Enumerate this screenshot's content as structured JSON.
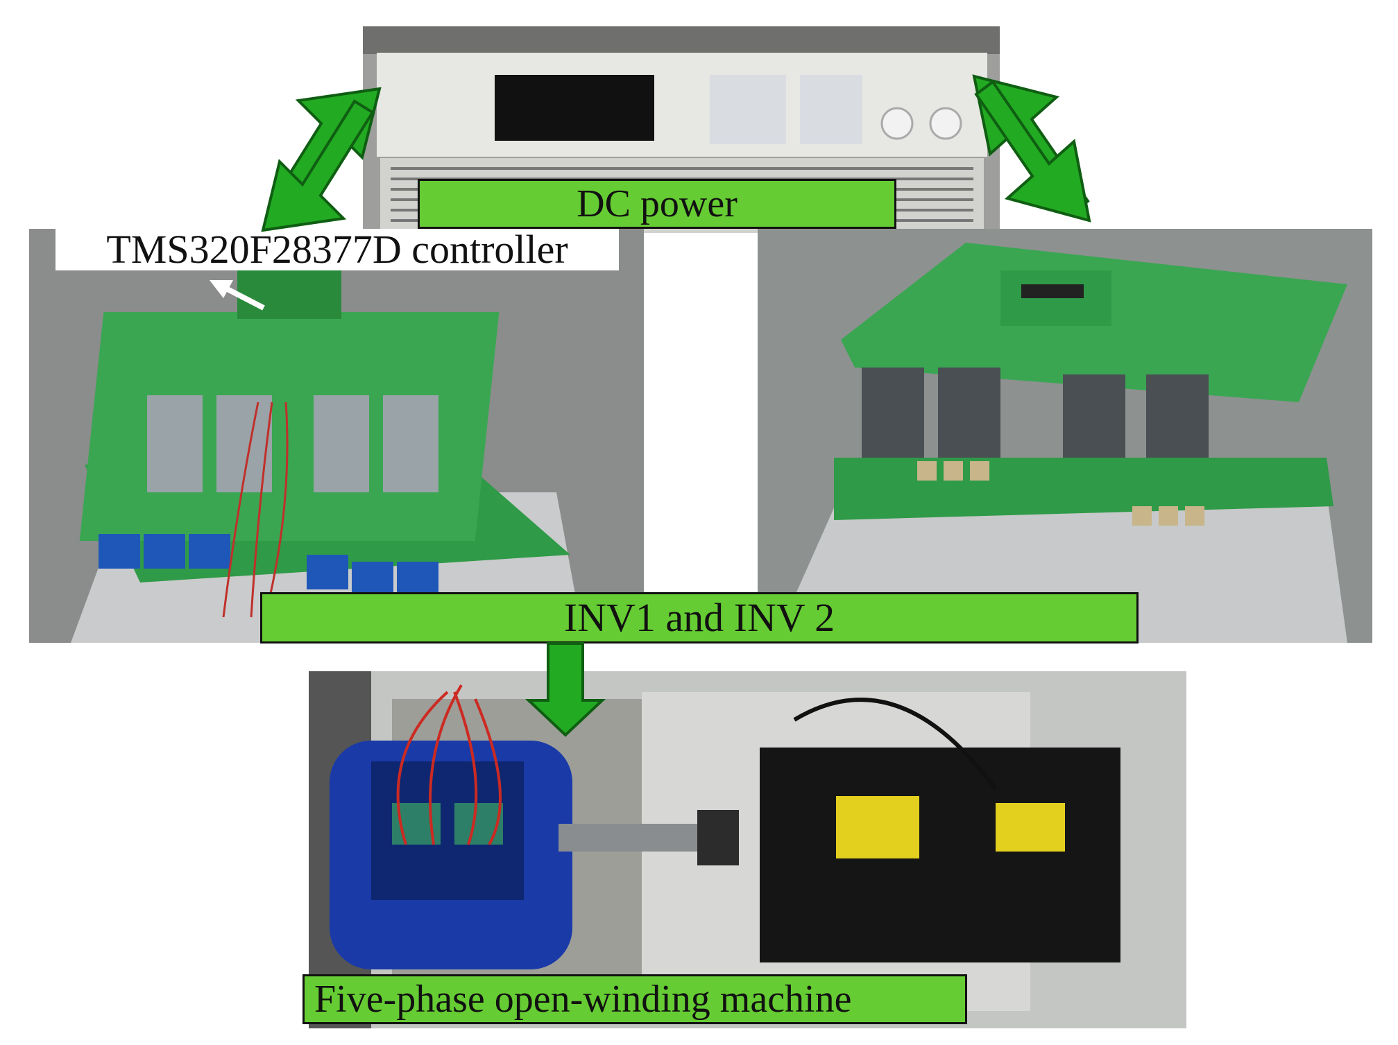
{
  "labels": {
    "dc_power": "DC power",
    "controller": "TMS320F28377D controller",
    "inverters": "INV1 and INV 2",
    "machine": "Five-phase open-winding machine"
  },
  "colors": {
    "label_fill": "#66cc33",
    "arrow_fill": "#22aa22",
    "arrow_stroke": "#0f5e12",
    "pcb_green": "#2f9a47",
    "motor_blue": "#1a3aa8"
  },
  "icons": {
    "arrows": [
      "double-arrow-left",
      "double-arrow-right",
      "down-arrow",
      "pointer-arrow"
    ]
  }
}
